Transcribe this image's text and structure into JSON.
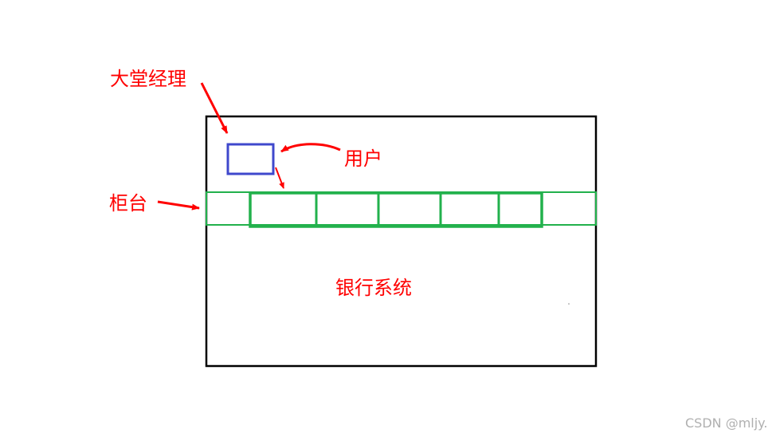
{
  "labels": {
    "lobby_manager": "大堂经理",
    "user": "用户",
    "counter": "柜台",
    "bank_system": "银行系统"
  },
  "watermark": "CSDN @mljy.",
  "colors": {
    "annotation": "#ff0000",
    "system_border": "#000000",
    "counter": "#22b14c",
    "user_box": "#3f48cc",
    "watermark": "#b0b0b0"
  }
}
